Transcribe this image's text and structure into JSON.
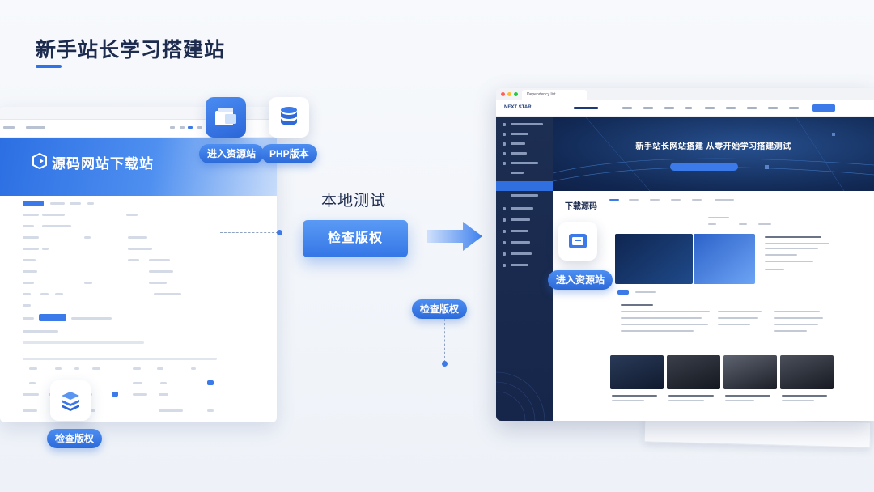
{
  "page": {
    "title": "新手站长学习搭建站",
    "center_label": "本地测试",
    "check_button": "检查版权"
  },
  "left_panel": {
    "banner_title": "源码网站下载站",
    "tags": {
      "enter_resource": "进入资源站",
      "php_version": "PHP版本",
      "check_copyright": "检查版权"
    }
  },
  "right_panel": {
    "browser_tab": "Dependency list",
    "brand": "NEXT STAR",
    "hero_title": "新手站长网站搭建 从零开始学习搭建测试",
    "section_title": "下载源码",
    "tags": {
      "enter_resource": "进入资源站",
      "check_copyright": "检查版权"
    }
  },
  "colors": {
    "accent": "#2f74e6",
    "dark_sidebar": "#1c2e52",
    "title_text": "#1d2b4f"
  },
  "icons": [
    "folder-icon",
    "database-icon",
    "server-stack-icon",
    "right-arrow-icon",
    "logo-icon"
  ]
}
